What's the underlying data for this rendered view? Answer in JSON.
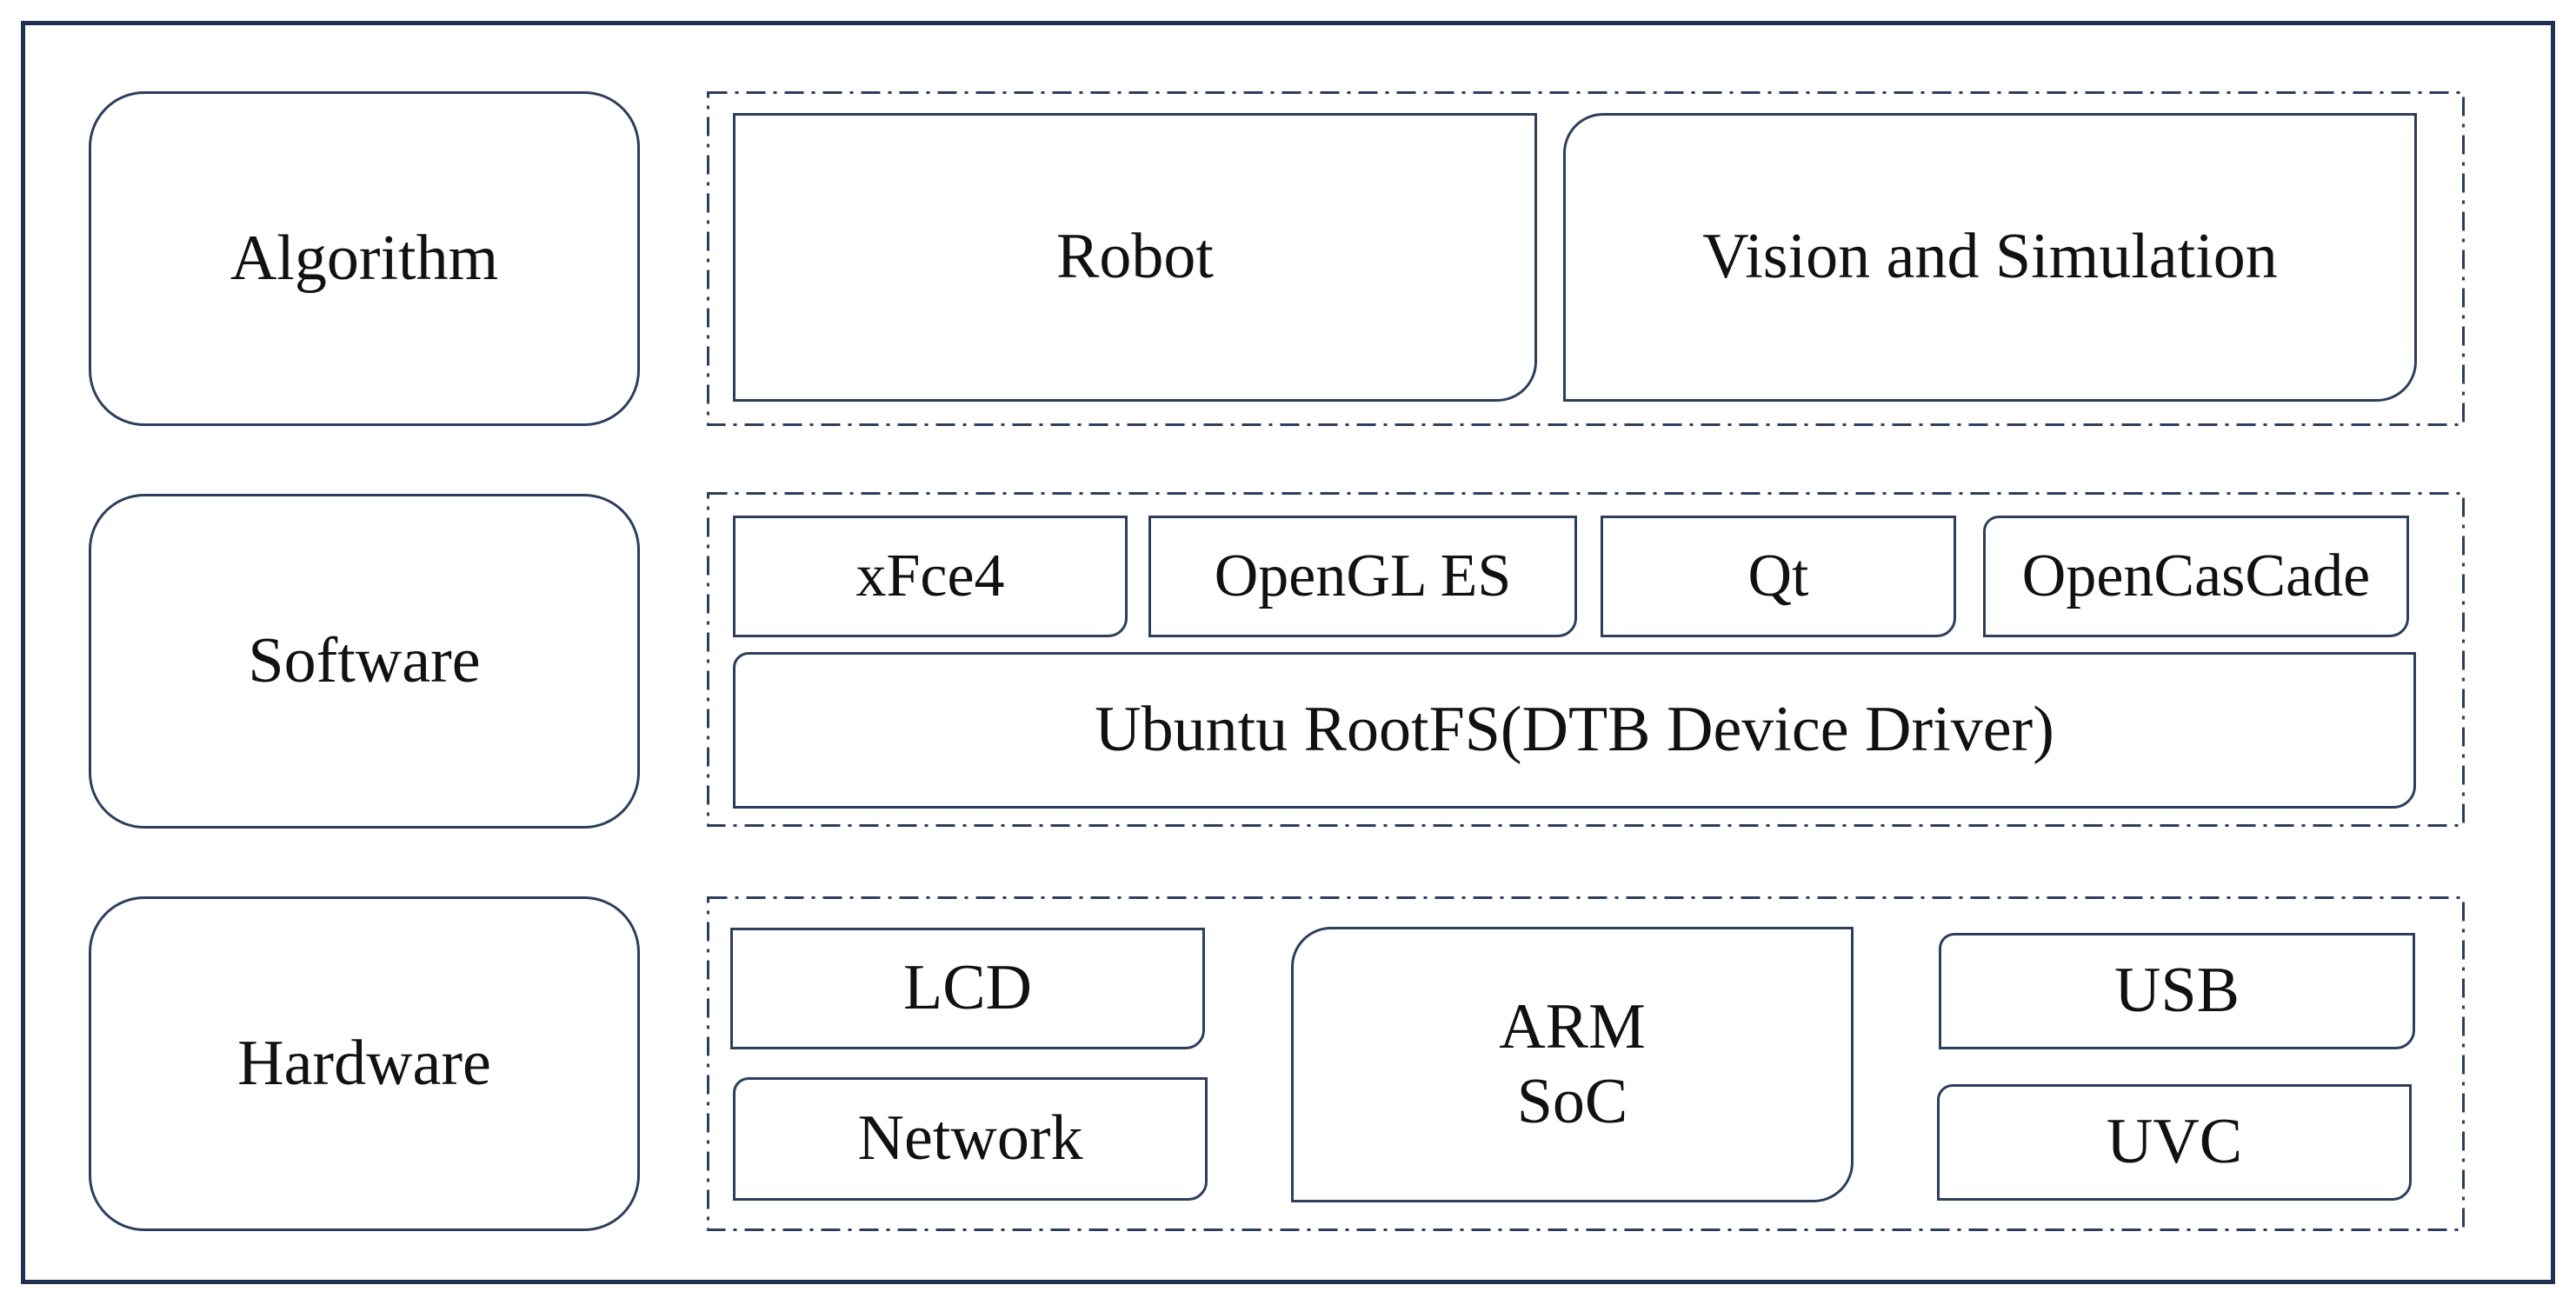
{
  "layers": {
    "algorithm": {
      "label": "Algorithm",
      "items": {
        "robot": "Robot",
        "vision": "Vision and Simulation"
      }
    },
    "software": {
      "label": "Software",
      "items": {
        "xfce4": "xFce4",
        "opengl": "OpenGL ES",
        "qt": "Qt",
        "opencascade": "OpenCasCade",
        "ubuntu": "Ubuntu RootFS(DTB Device Driver)"
      }
    },
    "hardware": {
      "label": "Hardware",
      "items": {
        "lcd": "LCD",
        "network": "Network",
        "arm_line1": "ARM",
        "arm_line2": "SoC",
        "usb": "USB",
        "uvc": "UVC"
      }
    }
  },
  "colors": {
    "border": "#2c3e5c",
    "frame": "#1f3050",
    "text": "#111111"
  }
}
